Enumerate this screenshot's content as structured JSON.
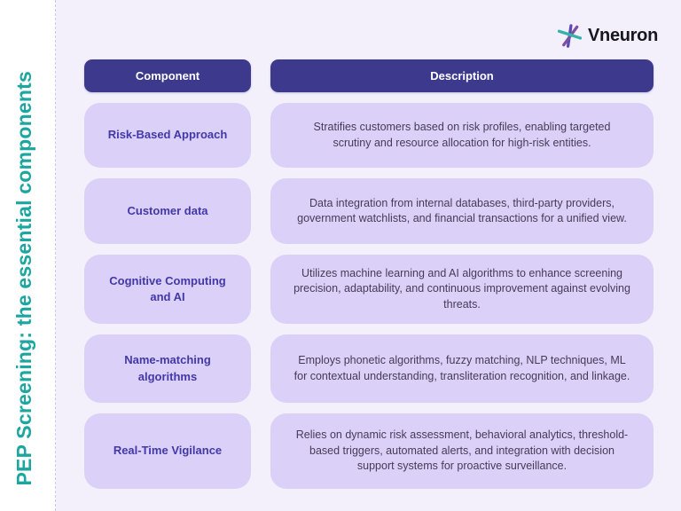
{
  "page": {
    "vertical_title": "PEP Screening: the essential components"
  },
  "logo": {
    "brand": "Vneuron",
    "mark_icon": "asterisk-icon"
  },
  "table": {
    "headers": [
      "Component",
      "Description"
    ],
    "rows": [
      {
        "component": "Risk-Based Approach",
        "description": "Stratifies customers based on risk profiles, enabling targeted scrutiny and resource allocation for high-risk entities."
      },
      {
        "component": "Customer data",
        "description": "Data integration from internal databases, third-party providers, government watchlists, and financial transactions for a unified view."
      },
      {
        "component": "Cognitive Computing and AI",
        "description": "Utilizes machine learning and AI algorithms to enhance screening precision, adaptability, and continuous improvement against evolving threats."
      },
      {
        "component": "Name-matching algorithms",
        "description": "Employs phonetic algorithms, fuzzy matching, NLP techniques, ML for contextual understanding, transliteration recognition, and linkage."
      },
      {
        "component": "Real-Time Vigilance",
        "description": "Relies on dynamic risk assessment, behavioral analytics, threshold-based triggers, automated alerts, and integration with decision support systems for proactive surveillance."
      }
    ]
  },
  "colors": {
    "background": "#f3f0fc",
    "side_strip": "#ffffff",
    "dashed_divider": "#cfc5ee",
    "header_pill": "#3d3a8e",
    "header_text": "#ffffff",
    "cell_background": "#dbd0f7",
    "component_text": "#4338a8",
    "description_text": "#463c58",
    "title_teal": "#1ba69f",
    "logo_text": "#17171f",
    "asterisk_teal": "#35b3a8",
    "asterisk_purple": "#7c4fa5",
    "asterisk_violet": "#5b4ab4"
  }
}
